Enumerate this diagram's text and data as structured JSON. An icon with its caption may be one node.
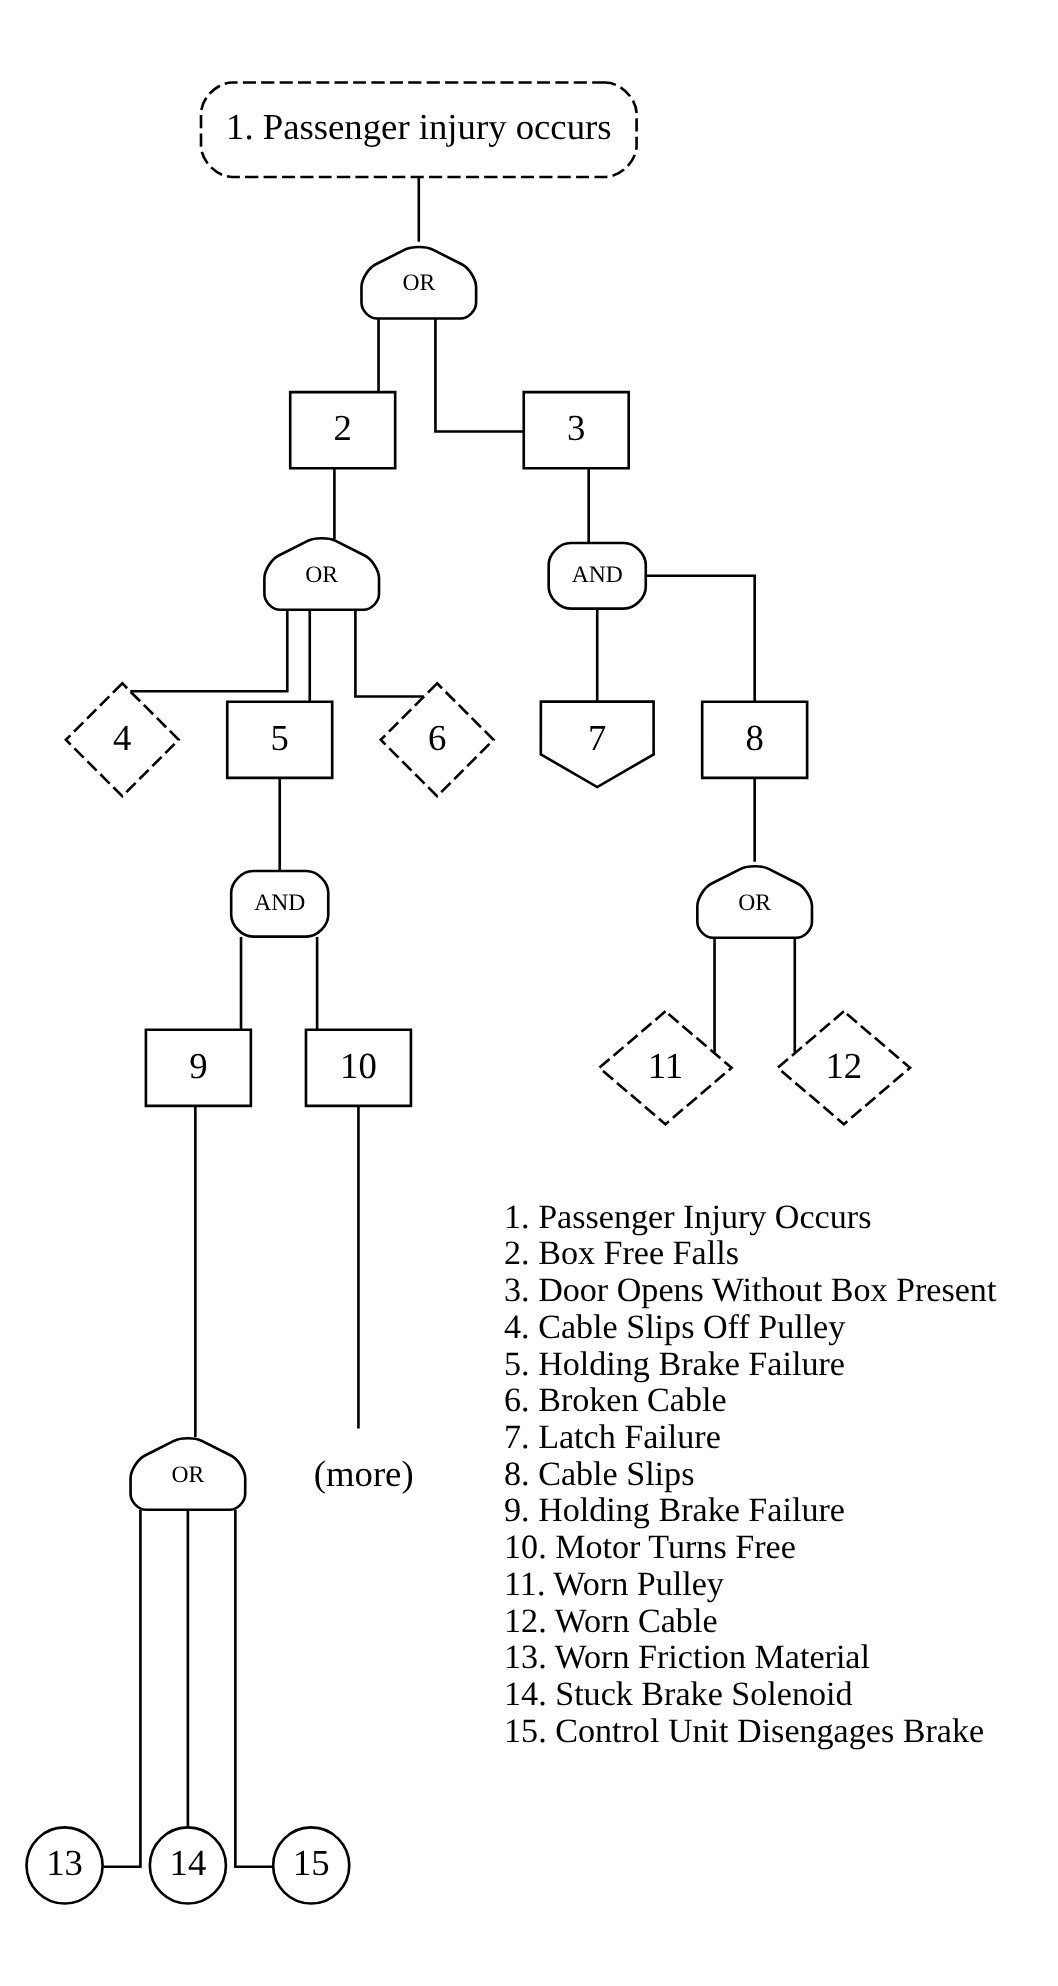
{
  "diagram": {
    "nodes": [
      {
        "text": [
          "1. Passenger injury occurs"
        ]
      },
      {
        "text": [
          "OR"
        ]
      },
      {
        "text": [
          "2"
        ]
      },
      {
        "text": [
          "3"
        ]
      },
      {
        "text": [
          "OR"
        ]
      },
      {
        "text": [
          "AND"
        ]
      },
      {
        "text": [
          "4"
        ]
      },
      {
        "text": [
          "5"
        ]
      },
      {
        "text": [
          "6"
        ]
      },
      {
        "text": [
          "7"
        ]
      },
      {
        "text": [
          "8"
        ]
      },
      {
        "text": [
          "AND"
        ]
      },
      {
        "text": [
          "OR"
        ]
      },
      {
        "text": [
          "9"
        ]
      },
      {
        "text": [
          "10"
        ]
      },
      {
        "text": [
          "11"
        ]
      },
      {
        "text": [
          "12"
        ]
      },
      {
        "text": [
          "(more)"
        ]
      },
      {
        "text": [
          "OR"
        ]
      },
      {
        "text": [
          "13"
        ]
      },
      {
        "text": [
          "14"
        ]
      },
      {
        "text": [
          "15"
        ]
      }
    ],
    "edges": [
      {
        "from": 0,
        "to": 1,
        "arrow": "none"
      },
      {
        "from": 1,
        "to": 2,
        "arrow": "none"
      },
      {
        "from": 1,
        "to": 3,
        "arrow": "none"
      },
      {
        "from": 2,
        "to": 4,
        "arrow": "none"
      },
      {
        "from": 3,
        "to": 5,
        "arrow": "none"
      },
      {
        "from": 4,
        "to": 6,
        "arrow": "none"
      },
      {
        "from": 4,
        "to": 7,
        "arrow": "none"
      },
      {
        "from": 4,
        "to": 8,
        "arrow": "none"
      },
      {
        "from": 5,
        "to": 9,
        "arrow": "none"
      },
      {
        "from": 5,
        "to": 10,
        "arrow": "none"
      },
      {
        "from": 7,
        "to": 11,
        "arrow": "none"
      },
      {
        "from": 10,
        "to": 12,
        "arrow": "none"
      },
      {
        "from": 11,
        "to": 13,
        "arrow": "none"
      },
      {
        "from": 11,
        "to": 14,
        "arrow": "none"
      },
      {
        "from": 12,
        "to": 15,
        "arrow": "none"
      },
      {
        "from": 12,
        "to": 16,
        "arrow": "none"
      },
      {
        "from": 14,
        "to": 17,
        "arrow": "none"
      },
      {
        "from": 13,
        "to": 18,
        "arrow": "none"
      },
      {
        "from": 18,
        "to": 19,
        "arrow": "none"
      },
      {
        "from": 18,
        "to": 20,
        "arrow": "none"
      },
      {
        "from": 18,
        "to": 21,
        "arrow": "none"
      }
    ],
    "labels": [
      "1. Passenger Injury Occurs",
      "2. Box Free Falls",
      "3. Door Opens Without Box Present",
      "4. Cable Slips Off Pulley",
      "5. Holding Brake Failure",
      "6. Broken Cable",
      "7. Latch Failure",
      "8. Cable Slips",
      "9. Holding Brake Failure",
      "10. Motor Turns Free",
      "11. Worn Pulley",
      "12. Worn Cable",
      "13. Worn Friction Material",
      "14. Stuck Brake Solenoid",
      "15. Control Unit Disengages Brake"
    ]
  }
}
